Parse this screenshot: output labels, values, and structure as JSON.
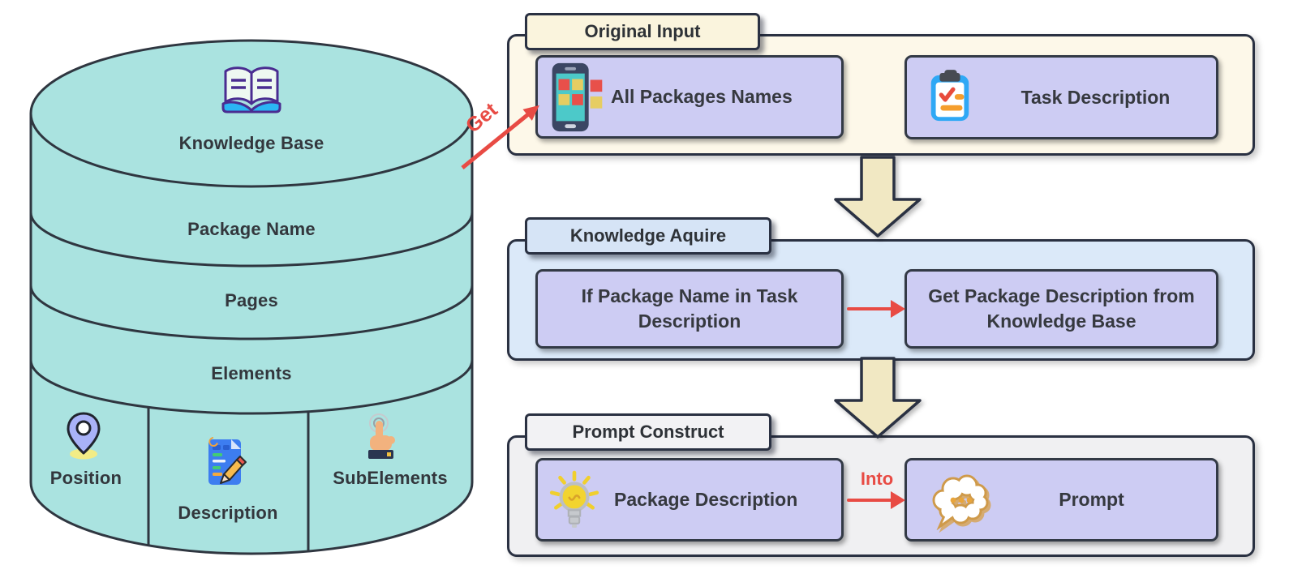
{
  "colors": {
    "cylinder_fill": "#aae3e0",
    "outline_dark": "#2a3142",
    "item_box_bg": "#cdccf3",
    "panel_original_input_bg": "#fdf8e9",
    "panel_original_input_header_bg": "#faf4dd",
    "panel_knowledge_aquire_bg": "#dbe9f9",
    "panel_knowledge_aquire_header_bg": "#d6e4f6",
    "panel_prompt_construct_bg": "#f0f0f2",
    "panel_prompt_construct_header_bg": "#f2f2f4",
    "block_arrow_fill": "#f1e8c3",
    "accent_red": "#e84b44"
  },
  "get_label": "Get",
  "knowledge_base": {
    "title": "Knowledge Base",
    "title_icon": "open-book-icon",
    "layers": [
      {
        "label": "Package Name"
      },
      {
        "label": "Pages"
      },
      {
        "label": "Elements"
      }
    ],
    "cells": [
      {
        "label": "Position",
        "icon": "location-pin-icon"
      },
      {
        "label": "Description",
        "icon": "document-pencil-icon"
      },
      {
        "label": "SubElements",
        "icon": "tap-hand-icon"
      }
    ]
  },
  "panels": [
    {
      "title": "Original Input",
      "boxes": [
        {
          "label": "All Packages Names",
          "icon": "smartphone-apps-icon"
        },
        {
          "label": "Task Description",
          "icon": "clipboard-checklist-icon"
        }
      ]
    },
    {
      "title": "Knowledge Aquire",
      "boxes": [
        {
          "label": "If Package Name in Task Description"
        },
        {
          "label": "Get Package Description from Knowledge Base"
        }
      ]
    },
    {
      "title": "Prompt Construct",
      "connector_label": "Into",
      "boxes": [
        {
          "label": "Package Description",
          "icon": "lightbulb-icon"
        },
        {
          "label": "Prompt",
          "icon": "thought-bubble-icon"
        }
      ]
    }
  ]
}
